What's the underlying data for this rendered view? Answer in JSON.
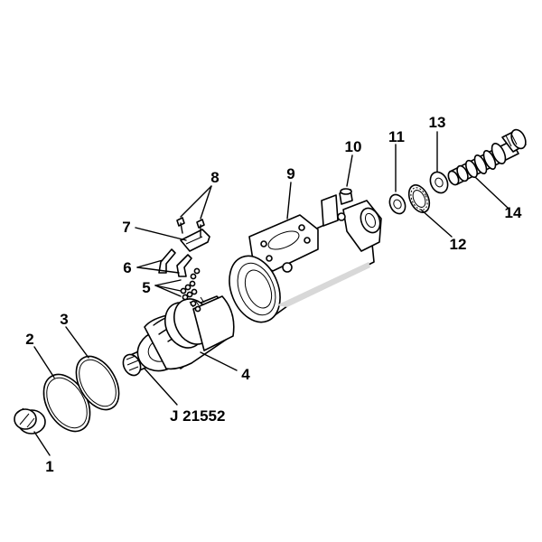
{
  "diagram": {
    "callouts": [
      {
        "id": "1",
        "label": "1"
      },
      {
        "id": "2",
        "label": "2"
      },
      {
        "id": "3",
        "label": "3"
      },
      {
        "id": "4",
        "label": "4"
      },
      {
        "id": "5",
        "label": "5"
      },
      {
        "id": "6",
        "label": "6"
      },
      {
        "id": "7",
        "label": "7"
      },
      {
        "id": "8",
        "label": "8"
      },
      {
        "id": "9",
        "label": "9"
      },
      {
        "id": "10",
        "label": "10"
      },
      {
        "id": "11",
        "label": "11"
      },
      {
        "id": "12",
        "label": "12"
      },
      {
        "id": "13",
        "label": "13"
      },
      {
        "id": "14",
        "label": "14"
      }
    ],
    "tool_label": "J 21552"
  }
}
